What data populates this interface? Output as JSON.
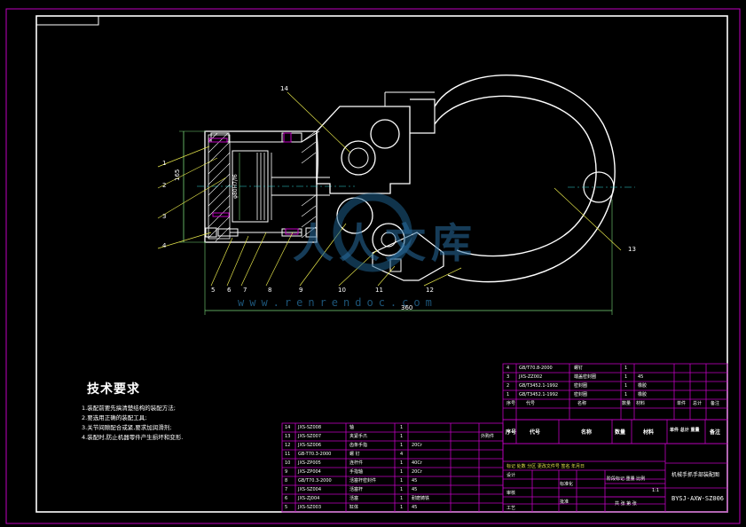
{
  "tech_req": {
    "title": "技术要求",
    "lines": [
      "1.装配前要先搞清楚结构的装配方法;",
      "2.要选用正确的装配工具;",
      "3.关节间隙配合或紧,要求加润滑剂;",
      "4.装配时,防止机器零件产生损坏和变形."
    ]
  },
  "dimensions": {
    "width": "360",
    "height": "165",
    "bore": "φ80H7/f6"
  },
  "part_callouts": [
    "1",
    "2",
    "3",
    "4",
    "5",
    "6",
    "7",
    "8",
    "9",
    "10",
    "11",
    "12",
    "13",
    "14"
  ],
  "parts_list_left": [
    {
      "no": "14",
      "code": "JXS-SZ008",
      "name": "轴",
      "qty": "1",
      "mat": "",
      "note": ""
    },
    {
      "no": "13",
      "code": "JXS-SZ007",
      "name": "夹紧手爪",
      "qty": "1",
      "mat": "",
      "note": "外购件"
    },
    {
      "no": "12",
      "code": "JXS-SZ006",
      "name": "齿条手指",
      "qty": "1",
      "mat": "20Cr",
      "note": ""
    },
    {
      "no": "11",
      "code": "GB-T70.3-2000",
      "name": "螺 钉",
      "qty": "4",
      "mat": "",
      "note": ""
    },
    {
      "no": "10",
      "code": "JXS-ZP005",
      "name": "连杆件",
      "qty": "1",
      "mat": "40Cr",
      "note": ""
    },
    {
      "no": "9",
      "code": "JXS-ZP004",
      "name": "手指轴",
      "qty": "1",
      "mat": "20Cr",
      "note": ""
    },
    {
      "no": "8",
      "code": "GB/T70.3-2000",
      "name": "活塞杆密封件",
      "qty": "1",
      "mat": "45",
      "note": ""
    },
    {
      "no": "7",
      "code": "JXS-SZ004",
      "name": "活塞杆",
      "qty": "1",
      "mat": "45",
      "note": ""
    },
    {
      "no": "6",
      "code": "JXS-ZJ004",
      "name": "活塞",
      "qty": "1",
      "mat": "耐磨铸铁",
      "note": ""
    },
    {
      "no": "5",
      "code": "JXS-SZ003",
      "name": "缸体",
      "qty": "1",
      "mat": "45",
      "note": ""
    }
  ],
  "parts_list_right": [
    {
      "no": "4",
      "code": "GB/T70.8-2000",
      "name": "螺钉",
      "qty": "1",
      "mat": "",
      "note": ""
    },
    {
      "no": "3",
      "code": "JXS-ZZ002",
      "name": "端盖密封圈",
      "qty": "1",
      "mat": "45",
      "note": ""
    },
    {
      "no": "2",
      "code": "GB/T3452.1-1992",
      "name": "密封圈",
      "qty": "1",
      "mat": "橡胶",
      "note": ""
    },
    {
      "no": "1",
      "code": "GB/T3452.1-1992",
      "name": "密封圈",
      "qty": "1",
      "mat": "橡胶",
      "note": ""
    }
  ],
  "header_small": [
    "序号",
    "代号",
    "名称",
    "数量",
    "材料",
    "单件",
    "总计",
    "备注"
  ],
  "header_big": [
    "序号",
    "代号",
    "名称",
    "数量",
    "材料",
    "单件 总计 重量",
    "备注"
  ],
  "title_block": {
    "drawing_title": "机械手抓手部装配图",
    "drawing_no": "BYSJ-AXW-SZ006",
    "row_labels": [
      "标记",
      "处数",
      "分区",
      "更改文件号",
      "签名",
      "年月日"
    ],
    "roles": [
      "设计",
      "审核",
      "工艺",
      "标准化",
      "批准"
    ],
    "stage_label": "阶段标记 重量 比例",
    "scale": "1:1",
    "sheet": "共 张 第 张"
  },
  "watermark": {
    "brand": "人人文库",
    "url": "www.renrendoc.com"
  }
}
